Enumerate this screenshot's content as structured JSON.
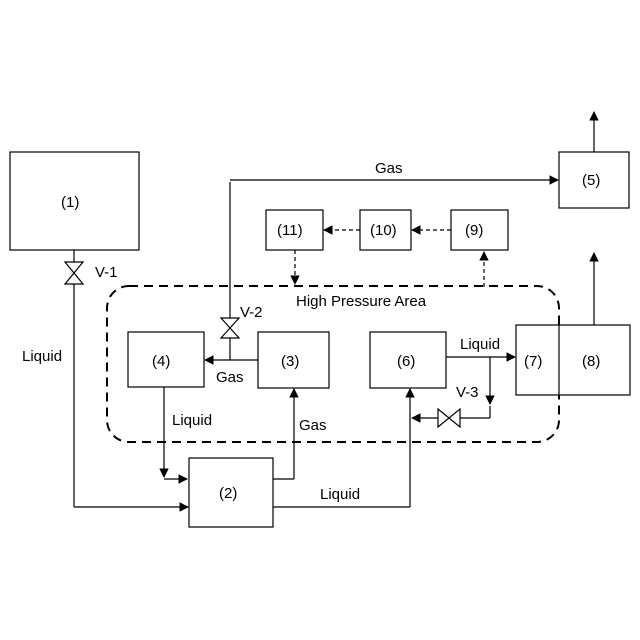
{
  "units": {
    "u1": "(1)",
    "u2": "(2)",
    "u3": "(3)",
    "u4": "(4)",
    "u5": "(5)",
    "u6": "(6)",
    "u7": "(7)",
    "u8": "(8)",
    "u9": "(9)",
    "u10": "(10)",
    "u11": "(11)"
  },
  "valves": {
    "v1": "V-1",
    "v2": "V-2",
    "v3": "V-3"
  },
  "area_label": "High Pressure Area",
  "streams": {
    "liquid_1_to_2": "Liquid",
    "gas_top": "Gas",
    "gas_3_to_4": "Gas",
    "liquid_4_to_2": "Liquid",
    "gas_2_to_3": "Gas",
    "liquid_2_to_6": "Liquid",
    "liquid_6_to_7": "Liquid"
  }
}
